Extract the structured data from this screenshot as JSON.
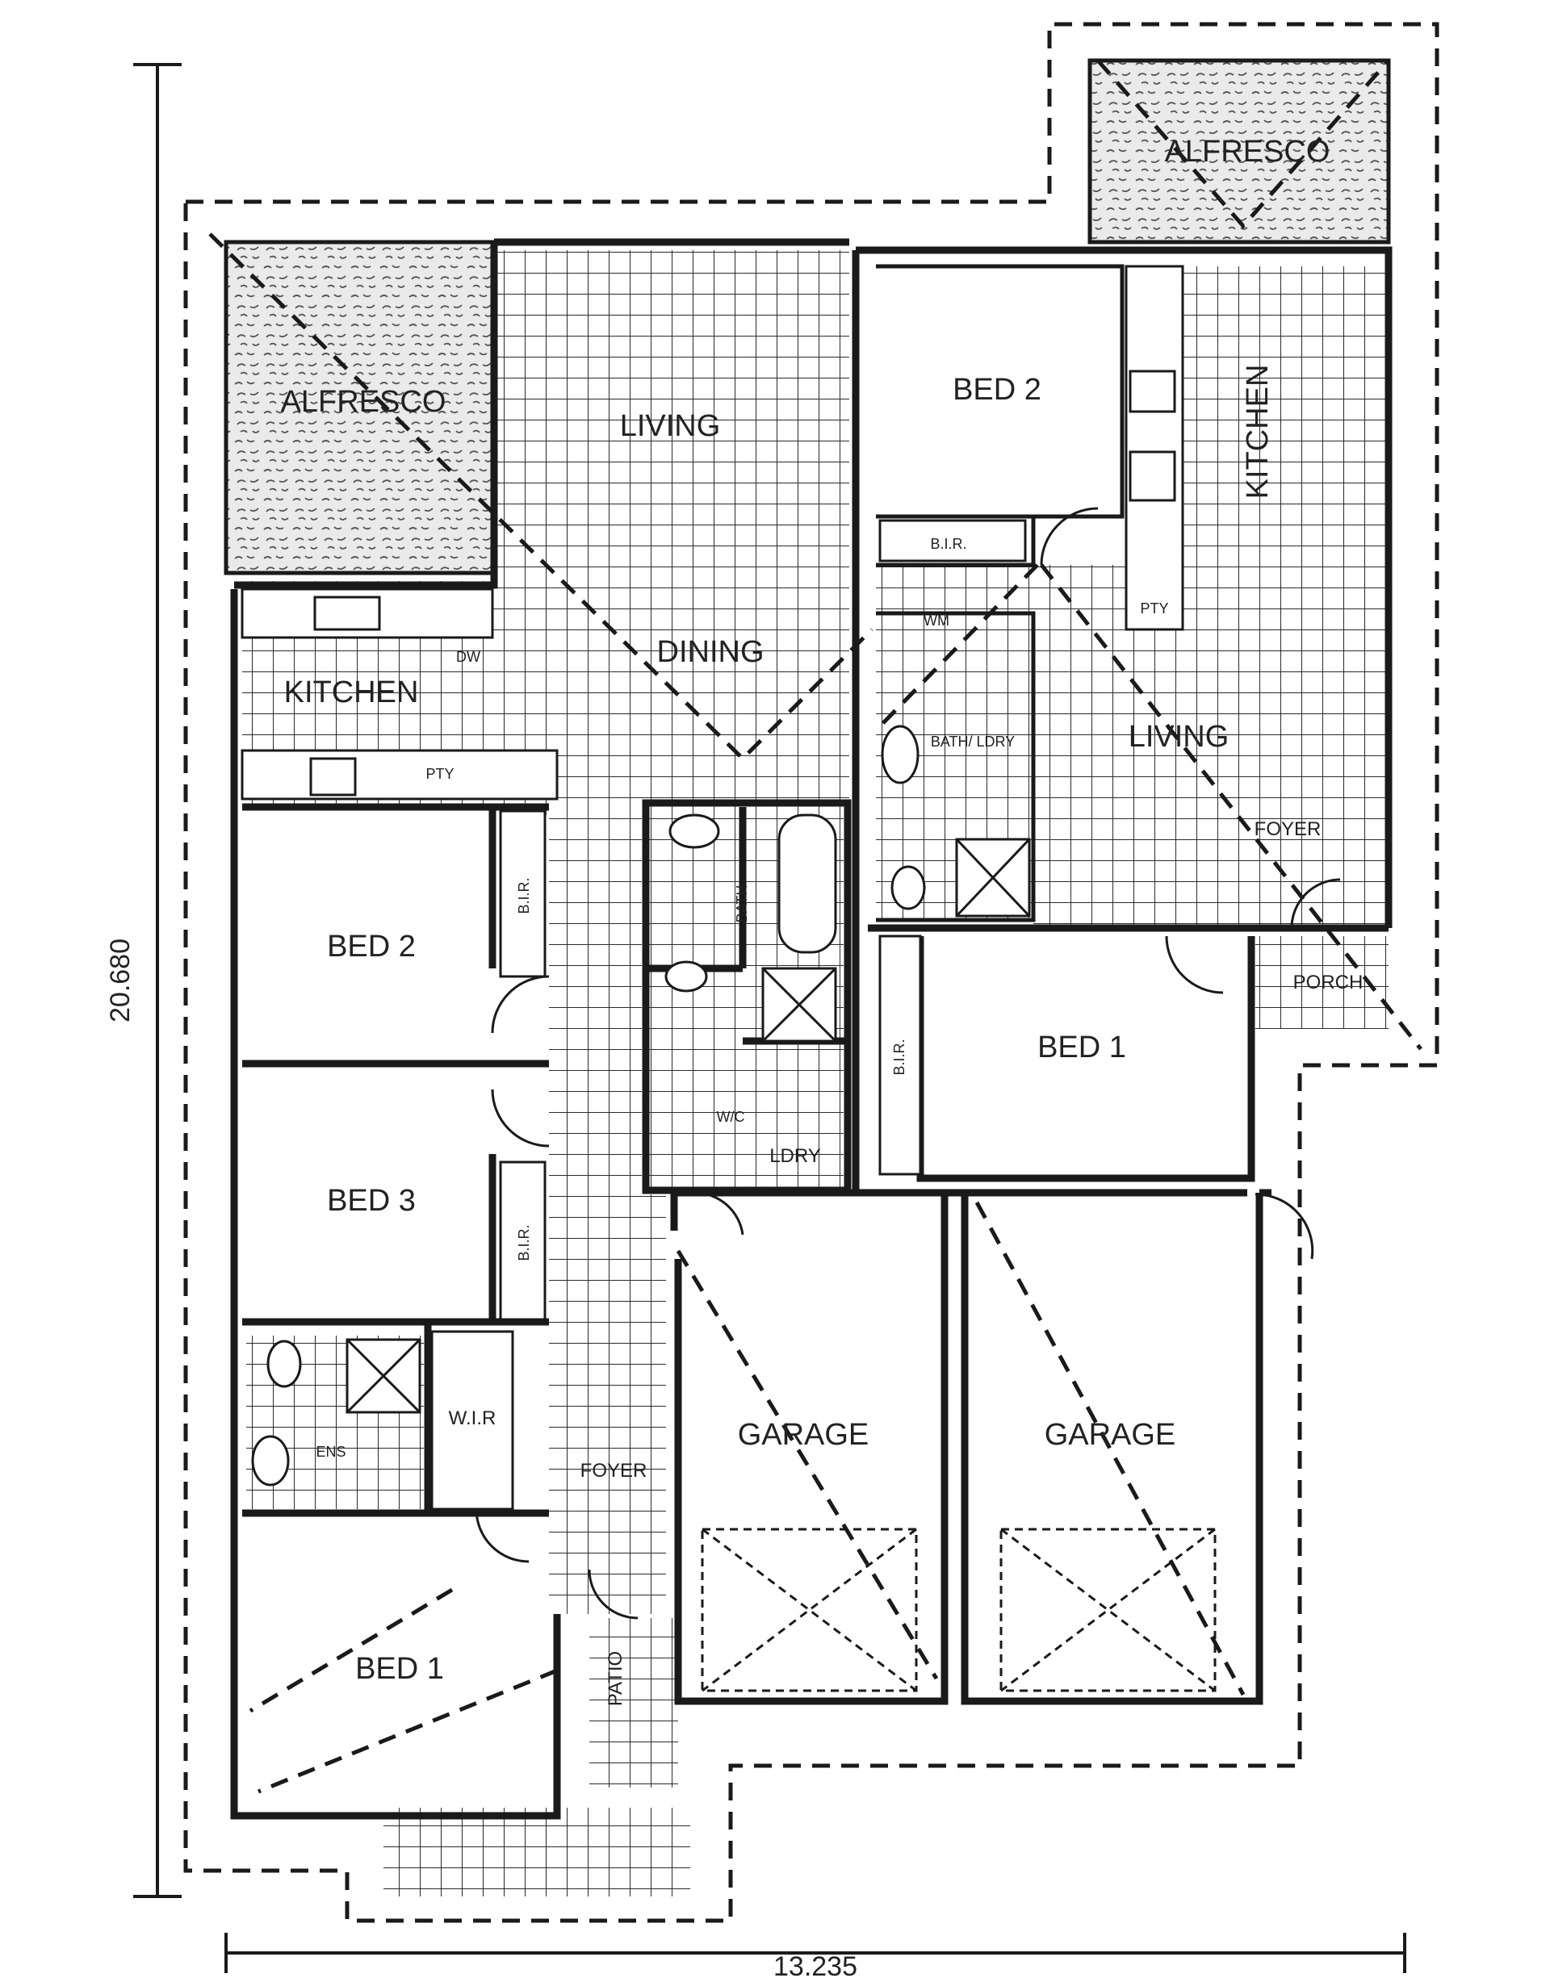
{
  "dimensions": {
    "height": "20.680",
    "width": "13.235"
  },
  "left_unit": {
    "alfresco": "ALFRESCO",
    "living": "LIVING",
    "dining": "DINING",
    "kitchen": "KITCHEN",
    "bed2": "BED 2",
    "bed3": "BED 3",
    "bed1": "BED 1",
    "bir_bed2": "B.I.R.",
    "bir_bed3": "B.I.R.",
    "wir": "W.I.R",
    "ens": "ENS",
    "bath": "BATH",
    "wc": "W/C",
    "ldry": "LDRY",
    "foyer": "FOYER",
    "patio": "PATIO",
    "garage": "GARAGE",
    "pty": "PTY",
    "dw": "DW"
  },
  "right_unit": {
    "alfresco": "ALFRESCO",
    "bed2": "BED 2",
    "bir_bed2": "B.I.R.",
    "kitchen": "KITCHEN",
    "living": "LIVING",
    "foyer": "FOYER",
    "porch": "PORCH",
    "bed1": "BED 1",
    "bir_bed1": "B.I.R.",
    "bath_ldry": "BATH/ LDRY",
    "garage": "GARAGE",
    "pty": "PTY",
    "wm": "WM"
  }
}
